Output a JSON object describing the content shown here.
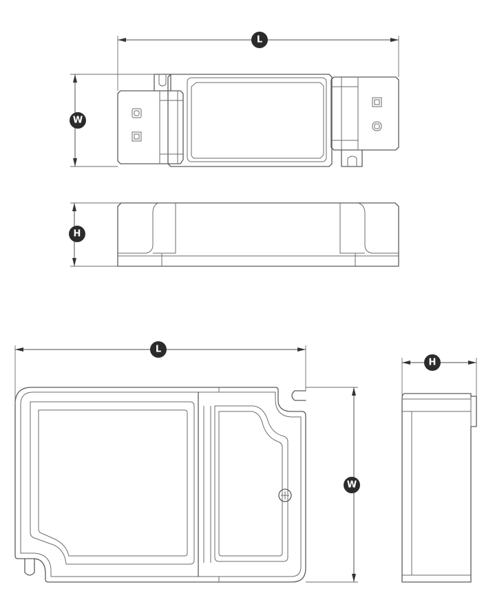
{
  "labels": {
    "top_length": "L",
    "top_width": "W",
    "side_height": "H",
    "bottom_length": "L",
    "bottom_width": "W",
    "end_height": "H"
  }
}
